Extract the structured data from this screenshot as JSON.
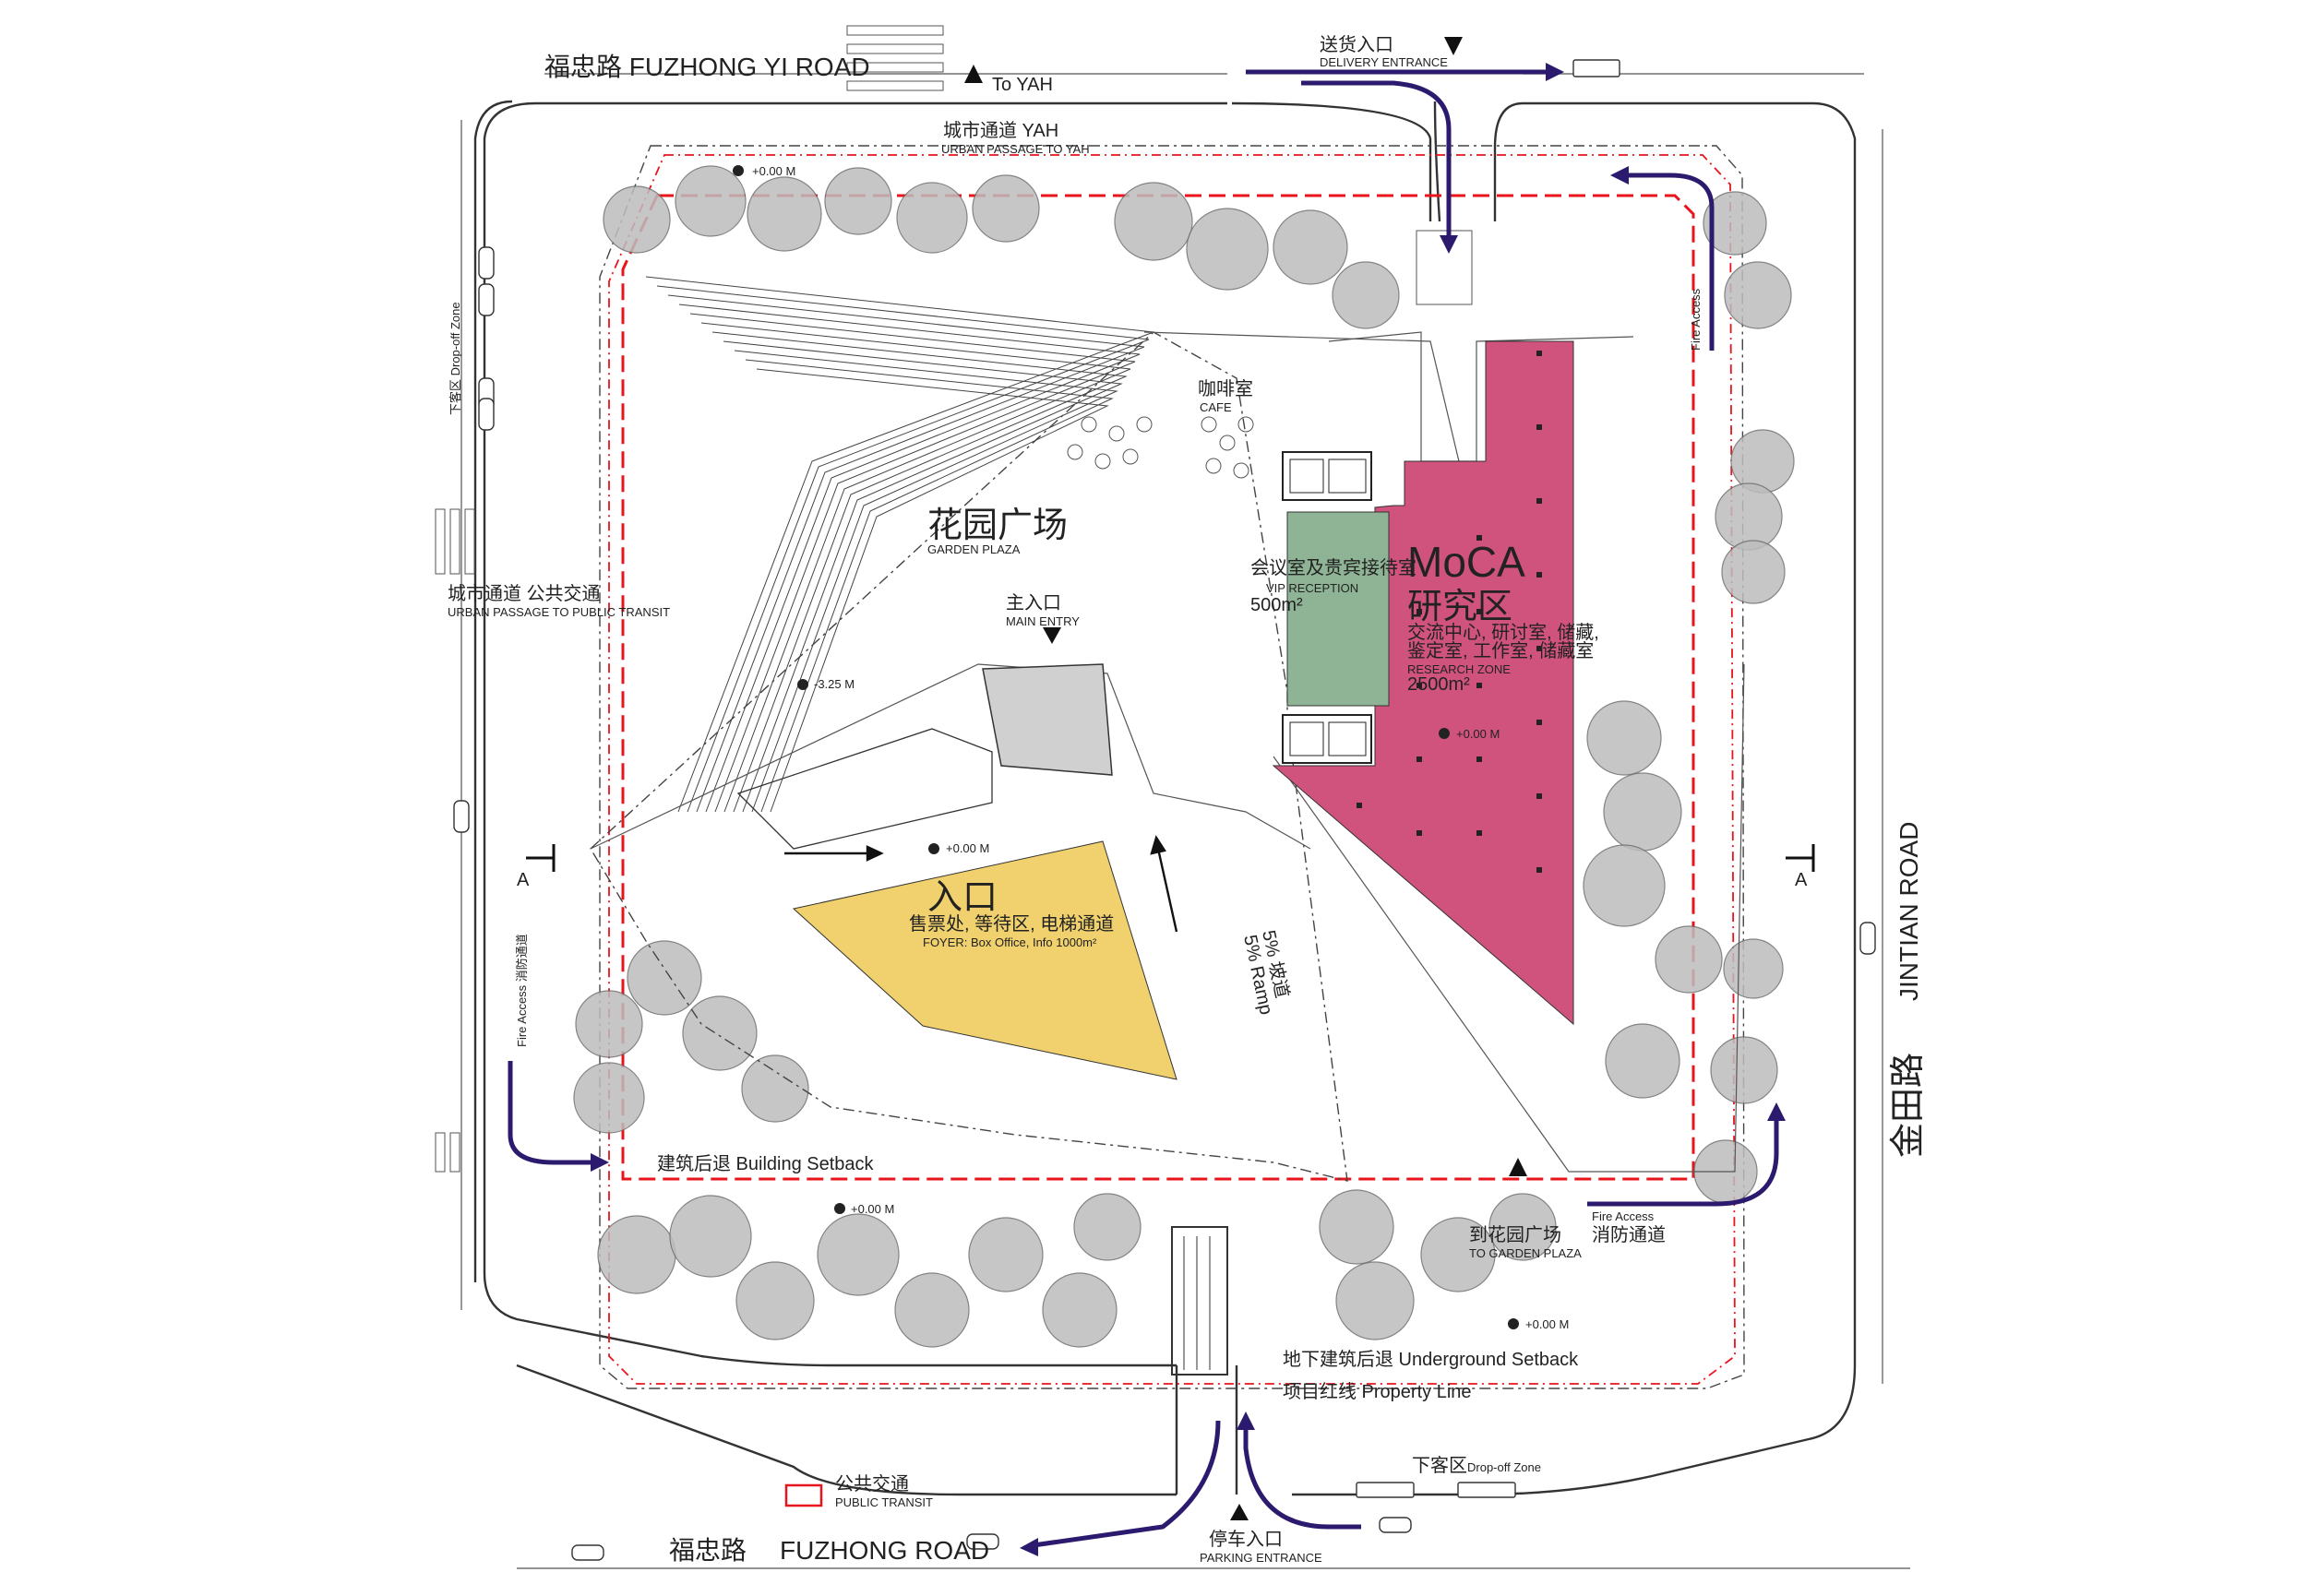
{
  "colors": {
    "moca_zone": "#d0537d",
    "vip_zone": "#8fb495",
    "foyer_zone": "#f0d16d",
    "property_line": "#e8141c",
    "access_arrow": "#2c1a6e"
  },
  "roads": {
    "north": "福忠路 FUZHONG YI ROAD",
    "south_cn": "福忠路",
    "south_en": "FUZHONG ROAD",
    "east_cn": "金田路",
    "east_en": "JINTIAN ROAD"
  },
  "north_labels": {
    "to_yah": "To YAH",
    "urban_passage_cn": "城市通道  YAH",
    "urban_passage_en": "URBAN PASSAGE TO YAH",
    "delivery_cn": "送货入口",
    "delivery_en": "DELIVERY ENTRANCE"
  },
  "west_labels": {
    "dropoff": "下客区 Drop-off Zone",
    "urban_passage_cn": "城市通道  公共交通",
    "urban_passage_en": "URBAN PASSAGE TO PUBLIC TRANSIT",
    "fire_access": "Fire Access 消防通道",
    "section_a": "A"
  },
  "east_labels": {
    "fire_access_top": "Fire Access",
    "fire_access_en": "Fire Access",
    "fire_access_cn": "消防通道",
    "section_a": "A"
  },
  "zones": {
    "garden_cn": "花园广场",
    "garden_en": "GARDEN PLAZA",
    "main_entry_cn": "主入口",
    "main_entry_en": "MAIN ENTRY",
    "cafe_cn": "咖啡室",
    "cafe_en": "CAFE",
    "vip_cn": "会议室及贵宾接待室",
    "vip_en": "VIP RECEPTION",
    "vip_area": "500m²",
    "moca_title": "MoCA",
    "moca_cn": "研究区",
    "moca_desc1": "交流中心, 研讨室, 储藏,",
    "moca_desc2": "鉴定室, 工作室, 储藏室",
    "moca_en": "RESEARCH ZONE",
    "moca_area": "2500m²",
    "foyer_cn": "入口",
    "foyer_desc_cn": "售票处, 等待区, 电梯通道",
    "foyer_en": "FOYER: Box Office, Info   1000m²",
    "ramp_cn": "5% 坡道",
    "ramp_en": "5% Ramp"
  },
  "levels": {
    "top": "+0.00 M",
    "sunken": "-3.25 M",
    "plaza": "+0.00 M",
    "moca": "+0.00 M",
    "south": "+0.00 M",
    "southeast": "+0.00 M"
  },
  "south_labels": {
    "building_setback": "建筑后退 Building Setback",
    "to_garden_cn": "到花园广场",
    "to_garden_en": "TO GARDEN PLAZA",
    "underground_setback": "地下建筑后退 Underground Setback",
    "property_line": "项目红线 Property Line",
    "dropoff_cn": "下客区",
    "dropoff_en": "Drop-off Zone",
    "parking_cn": "停车入口",
    "parking_en": "PARKING ENTRANCE"
  },
  "legend": {
    "label_cn": "公共交通",
    "label_en": "PUBLIC TRANSIT"
  }
}
